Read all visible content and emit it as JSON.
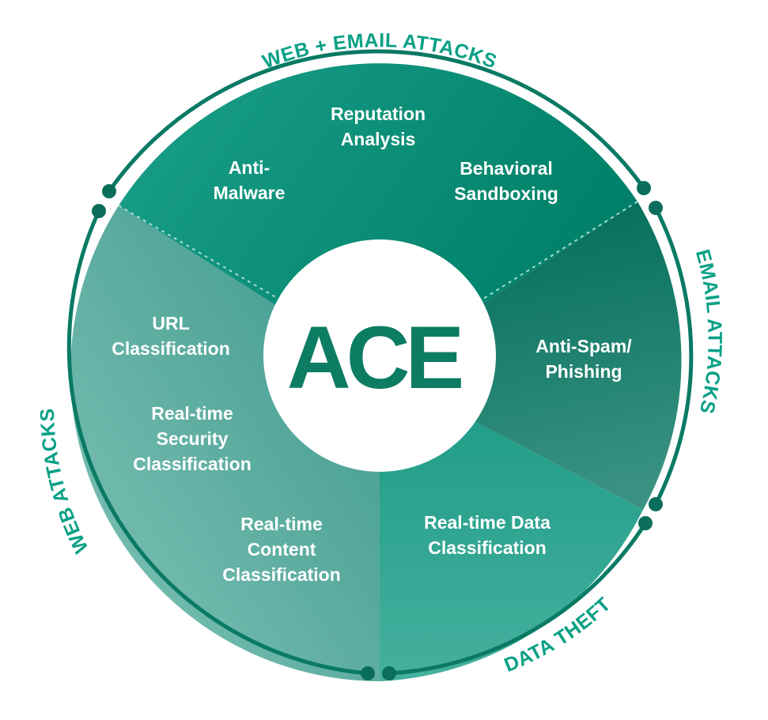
{
  "colors": {
    "accent": "#0a9a82",
    "top": "#0a8a73",
    "right": "#117a66",
    "bottom_right": "#239c88",
    "left": "#58a898",
    "center": "#ffffff",
    "ace_text": "#0c7c63",
    "ring": "#0a7a64"
  },
  "center": {
    "label": "ACE"
  },
  "segments": {
    "top": [
      {
        "lines": [
          "Reputation",
          "Analysis"
        ]
      },
      {
        "lines": [
          "Anti-",
          "Malware"
        ]
      },
      {
        "lines": [
          "Behavioral",
          "Sandboxing"
        ]
      }
    ],
    "right": [
      {
        "lines": [
          "Anti-Spam/",
          "Phishing"
        ]
      }
    ],
    "bottom_right": [
      {
        "lines": [
          "Real-time Data",
          "Classification"
        ]
      }
    ],
    "left": [
      {
        "lines": [
          "URL",
          "Classification"
        ]
      },
      {
        "lines": [
          "Real-time",
          "Security",
          "Classification"
        ]
      },
      {
        "lines": [
          "Real-time",
          "Content",
          "Classification"
        ]
      }
    ]
  },
  "arcs": {
    "top": "WEB + EMAIL ATTACKS",
    "right": "EMAIL ATTACKS",
    "bottom": "DATA THEFT",
    "left": "WEB ATTACKS"
  }
}
